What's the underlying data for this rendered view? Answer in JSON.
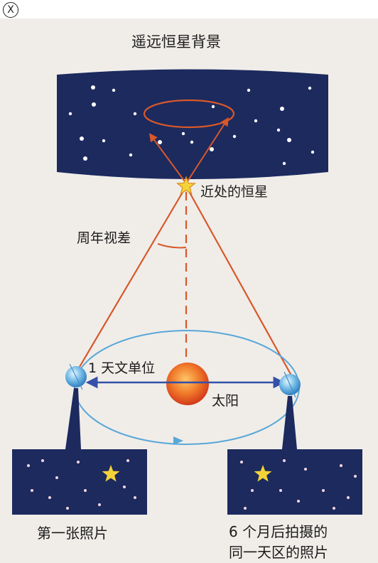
{
  "marker": "X",
  "labels": {
    "background": "遥远恒星背景",
    "near_star": "近处的恒星",
    "parallax": "周年视差",
    "au": "1 天文单位",
    "sun": "太阳",
    "photo1": "第一张照片",
    "photo2_line1": "6 个月后拍摄的",
    "photo2_line2": "同一天区的照片"
  },
  "colors": {
    "page": "#f0ede9",
    "sky": "#1c2a5e",
    "ray": "#d8582a",
    "orbit": "#5aa7d8",
    "au_arrow": "#3450a8",
    "star": "#f5d338",
    "sun": "#e84c1c"
  }
}
